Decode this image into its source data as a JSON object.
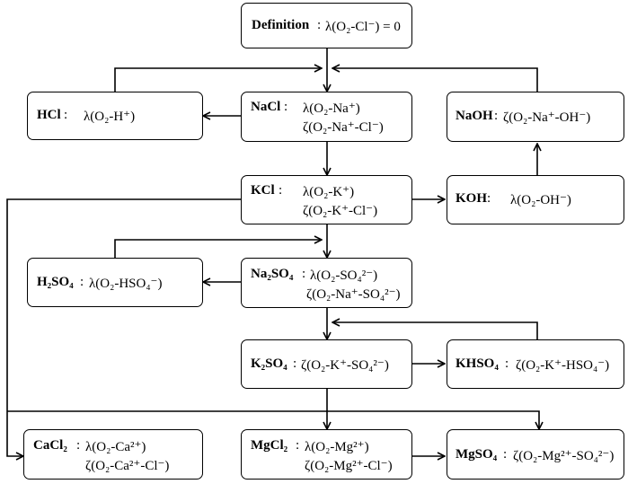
{
  "nodes": {
    "definition": {
      "name": "Definition",
      "lines": [
        "λ(O₂-Cl⁻) = 0"
      ]
    },
    "hcl": {
      "name": "HCl",
      "lines": [
        "λ(O₂-H⁺)"
      ]
    },
    "nacl": {
      "name": "NaCl",
      "lines": [
        "λ(O₂-Na⁺)",
        "ζ(O₂-Na⁺-Cl⁻)"
      ]
    },
    "naoh": {
      "name": "NaOH",
      "lines": [
        "ζ(O₂-Na⁺-OH⁻)"
      ]
    },
    "kcl": {
      "name": "KCl",
      "lines": [
        "λ(O₂-K⁺)",
        "ζ(O₂-K⁺-Cl⁻)"
      ]
    },
    "koh": {
      "name": "KOH",
      "lines": [
        "λ(O₂-OH⁻)"
      ]
    },
    "h2so4": {
      "name": "H₂SO₄",
      "lines": [
        "λ(O₂-HSO₄⁻)"
      ]
    },
    "na2so4": {
      "name": "Na₂SO₄",
      "lines": [
        "λ(O₂-SO₄²⁻)",
        "ζ(O₂-Na⁺-SO₄²⁻)"
      ]
    },
    "k2so4": {
      "name": "K₂SO₄",
      "lines": [
        "ζ(O₂-K⁺-SO₄²⁻)"
      ]
    },
    "khso4": {
      "name": "KHSO₄",
      "lines": [
        "ζ(O₂-K⁺-HSO₄⁻)"
      ]
    },
    "cacl2": {
      "name": "CaCl₂",
      "lines": [
        "λ(O₂-Ca²⁺)",
        "ζ(O₂-Ca²⁺-Cl⁻)"
      ]
    },
    "mgcl2": {
      "name": "MgCl₂",
      "lines": [
        "λ(O₂-Mg²⁺)",
        "ζ(O₂-Mg²⁺-Cl⁻)"
      ]
    },
    "mgso4": {
      "name": "MgSO₄",
      "lines": [
        "ζ(O₂-Mg²⁺-SO₄²⁻)"
      ]
    }
  }
}
